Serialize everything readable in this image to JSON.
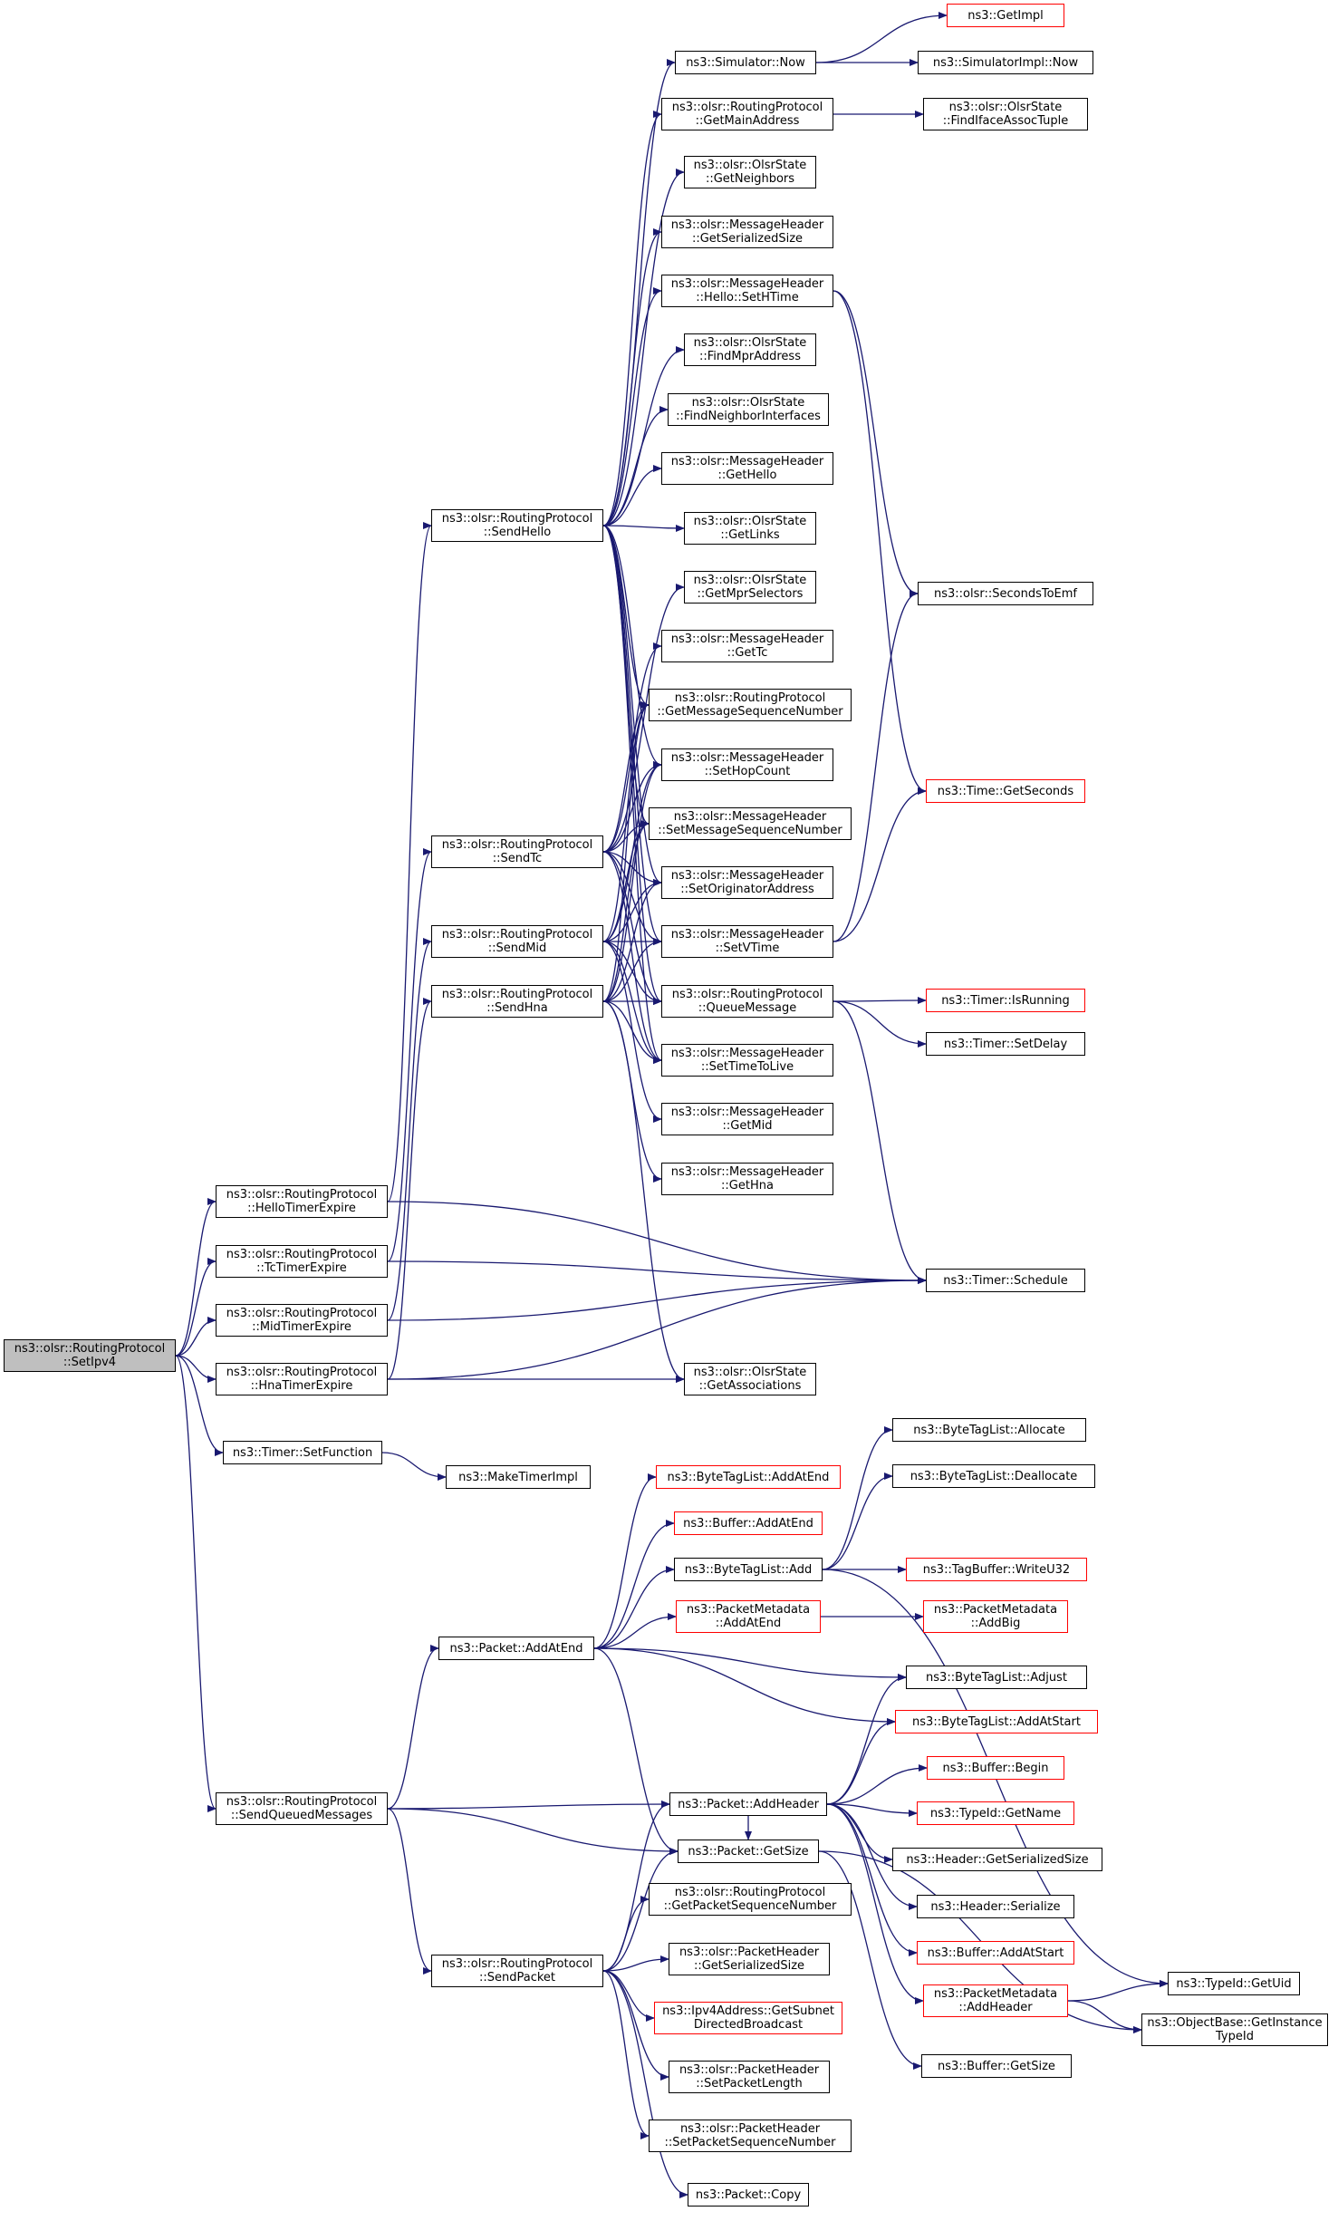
{
  "colors": {
    "edge": "#191970",
    "node_border": "#000000",
    "node_border_truncated": "#ff0000",
    "root_fill": "#bfbfbf"
  },
  "nodes": [
    {
      "id": "root",
      "lines": [
        "ns3::olsr::RoutingProtocol",
        "::SetIpv4"
      ],
      "style": "root"
    },
    {
      "id": "hello_exp",
      "lines": [
        "ns3::olsr::RoutingProtocol",
        "::HelloTimerExpire"
      ]
    },
    {
      "id": "tc_exp",
      "lines": [
        "ns3::olsr::RoutingProtocol",
        "::TcTimerExpire"
      ]
    },
    {
      "id": "mid_exp",
      "lines": [
        "ns3::olsr::RoutingProtocol",
        "::MidTimerExpire"
      ]
    },
    {
      "id": "hna_exp",
      "lines": [
        "ns3::olsr::RoutingProtocol",
        "::HnaTimerExpire"
      ]
    },
    {
      "id": "setfunc",
      "lines": [
        "ns3::Timer::SetFunction"
      ]
    },
    {
      "id": "sendqueued",
      "lines": [
        "ns3::olsr::RoutingProtocol",
        "::SendQueuedMessages"
      ]
    },
    {
      "id": "sendhello",
      "lines": [
        "ns3::olsr::RoutingProtocol",
        "::SendHello"
      ]
    },
    {
      "id": "sendtc",
      "lines": [
        "ns3::olsr::RoutingProtocol",
        "::SendTc"
      ]
    },
    {
      "id": "sendmid",
      "lines": [
        "ns3::olsr::RoutingProtocol",
        "::SendMid"
      ]
    },
    {
      "id": "sendhna",
      "lines": [
        "ns3::olsr::RoutingProtocol",
        "::SendHna"
      ]
    },
    {
      "id": "maketimer",
      "lines": [
        "ns3::MakeTimerImpl"
      ]
    },
    {
      "id": "addatend",
      "lines": [
        "ns3::Packet::AddAtEnd"
      ]
    },
    {
      "id": "sendpacket",
      "lines": [
        "ns3::olsr::RoutingProtocol",
        "::SendPacket"
      ]
    },
    {
      "id": "simnow",
      "lines": [
        "ns3::Simulator::Now"
      ]
    },
    {
      "id": "getmainaddr",
      "lines": [
        "ns3::olsr::RoutingProtocol",
        "::GetMainAddress"
      ]
    },
    {
      "id": "getneighbors",
      "lines": [
        "ns3::olsr::OlsrState",
        "::GetNeighbors"
      ]
    },
    {
      "id": "getsersize",
      "lines": [
        "ns3::olsr::MessageHeader",
        "::GetSerializedSize"
      ]
    },
    {
      "id": "sethtime",
      "lines": [
        "ns3::olsr::MessageHeader",
        "::Hello::SetHTime"
      ]
    },
    {
      "id": "findmpr",
      "lines": [
        "ns3::olsr::OlsrState",
        "::FindMprAddress"
      ]
    },
    {
      "id": "findneigh",
      "lines": [
        "ns3::olsr::OlsrState",
        "::FindNeighborInterfaces"
      ]
    },
    {
      "id": "gethello",
      "lines": [
        "ns3::olsr::MessageHeader",
        "::GetHello"
      ]
    },
    {
      "id": "getlinks",
      "lines": [
        "ns3::olsr::OlsrState",
        "::GetLinks"
      ]
    },
    {
      "id": "getmprsel",
      "lines": [
        "ns3::olsr::OlsrState",
        "::GetMprSelectors"
      ]
    },
    {
      "id": "gettc",
      "lines": [
        "ns3::olsr::MessageHeader",
        "::GetTc"
      ]
    },
    {
      "id": "getmsgseq",
      "lines": [
        "ns3::olsr::RoutingProtocol",
        "::GetMessageSequenceNumber"
      ]
    },
    {
      "id": "sethop",
      "lines": [
        "ns3::olsr::MessageHeader",
        "::SetHopCount"
      ]
    },
    {
      "id": "setmsgseq",
      "lines": [
        "ns3::olsr::MessageHeader",
        "::SetMessageSequenceNumber"
      ]
    },
    {
      "id": "setorig",
      "lines": [
        "ns3::olsr::MessageHeader",
        "::SetOriginatorAddress"
      ]
    },
    {
      "id": "setvtime",
      "lines": [
        "ns3::olsr::MessageHeader",
        "::SetVTime"
      ]
    },
    {
      "id": "queuemsg",
      "lines": [
        "ns3::olsr::RoutingProtocol",
        "::QueueMessage"
      ]
    },
    {
      "id": "setttl",
      "lines": [
        "ns3::olsr::MessageHeader",
        "::SetTimeToLive"
      ]
    },
    {
      "id": "getmid",
      "lines": [
        "ns3::olsr::MessageHeader",
        "::GetMid"
      ]
    },
    {
      "id": "gethna",
      "lines": [
        "ns3::olsr::MessageHeader",
        "::GetHna"
      ]
    },
    {
      "id": "getassoc",
      "lines": [
        "ns3::olsr::OlsrState",
        "::GetAssociations"
      ]
    },
    {
      "id": "bt_addatend",
      "lines": [
        "ns3::ByteTagList::AddAtEnd"
      ],
      "style": "red"
    },
    {
      "id": "buf_addatend",
      "lines": [
        "ns3::Buffer::AddAtEnd"
      ],
      "style": "red"
    },
    {
      "id": "bt_add",
      "lines": [
        "ns3::ByteTagList::Add"
      ]
    },
    {
      "id": "pm_addatend",
      "lines": [
        "ns3::PacketMetadata",
        "::AddAtEnd"
      ],
      "style": "red"
    },
    {
      "id": "addheader",
      "lines": [
        "ns3::Packet::AddHeader"
      ]
    },
    {
      "id": "getsize",
      "lines": [
        "ns3::Packet::GetSize"
      ]
    },
    {
      "id": "getpktseq",
      "lines": [
        "ns3::olsr::RoutingProtocol",
        "::GetPacketSequenceNumber"
      ]
    },
    {
      "id": "ph_getsersize",
      "lines": [
        "ns3::olsr::PacketHeader",
        "::GetSerializedSize"
      ]
    },
    {
      "id": "ipv4subnet",
      "lines": [
        "ns3::Ipv4Address::GetSubnet",
        "DirectedBroadcast"
      ],
      "style": "red"
    },
    {
      "id": "setpktlen",
      "lines": [
        "ns3::olsr::PacketHeader",
        "::SetPacketLength"
      ]
    },
    {
      "id": "setpktseq",
      "lines": [
        "ns3::olsr::PacketHeader",
        "::SetPacketSequenceNumber"
      ]
    },
    {
      "id": "pktcopy",
      "lines": [
        "ns3::Packet::Copy"
      ]
    },
    {
      "id": "getimpl",
      "lines": [
        "ns3::GetImpl"
      ],
      "style": "red"
    },
    {
      "id": "simimplnow",
      "lines": [
        "ns3::SimulatorImpl::Now"
      ]
    },
    {
      "id": "findiface",
      "lines": [
        "ns3::olsr::OlsrState",
        "::FindIfaceAssocTuple"
      ]
    },
    {
      "id": "secstoemf",
      "lines": [
        "ns3::olsr::SecondsToEmf"
      ]
    },
    {
      "id": "getseconds",
      "lines": [
        "ns3::Time::GetSeconds"
      ],
      "style": "red"
    },
    {
      "id": "isrunning",
      "lines": [
        "ns3::Timer::IsRunning"
      ],
      "style": "red"
    },
    {
      "id": "setdelay",
      "lines": [
        "ns3::Timer::SetDelay"
      ]
    },
    {
      "id": "schedule",
      "lines": [
        "ns3::Timer::Schedule"
      ]
    },
    {
      "id": "bt_allocate",
      "lines": [
        "ns3::ByteTagList::Allocate"
      ]
    },
    {
      "id": "bt_dealloc",
      "lines": [
        "ns3::ByteTagList::Deallocate"
      ]
    },
    {
      "id": "tb_write",
      "lines": [
        "ns3::TagBuffer::WriteU32"
      ],
      "style": "red"
    },
    {
      "id": "pm_addbig",
      "lines": [
        "ns3::PacketMetadata",
        "::AddBig"
      ],
      "style": "red"
    },
    {
      "id": "bt_adjust",
      "lines": [
        "ns3::ByteTagList::Adjust"
      ]
    },
    {
      "id": "bt_addatstart",
      "lines": [
        "ns3::ByteTagList::AddAtStart"
      ],
      "style": "red"
    },
    {
      "id": "buf_begin",
      "lines": [
        "ns3::Buffer::Begin"
      ],
      "style": "red"
    },
    {
      "id": "typeid_getname",
      "lines": [
        "ns3::TypeId::GetName"
      ],
      "style": "red"
    },
    {
      "id": "hdr_getsersize",
      "lines": [
        "ns3::Header::GetSerializedSize"
      ]
    },
    {
      "id": "hdr_serialize",
      "lines": [
        "ns3::Header::Serialize"
      ]
    },
    {
      "id": "buf_addatstart",
      "lines": [
        "ns3::Buffer::AddAtStart"
      ],
      "style": "red"
    },
    {
      "id": "pm_addheader",
      "lines": [
        "ns3::PacketMetadata",
        "::AddHeader"
      ],
      "style": "red"
    },
    {
      "id": "buf_getsize",
      "lines": [
        "ns3::Buffer::GetSize"
      ]
    },
    {
      "id": "typeid_getuid",
      "lines": [
        "ns3::TypeId::GetUid"
      ]
    },
    {
      "id": "objbase_gettid",
      "lines": [
        "ns3::ObjectBase::GetInstance",
        "TypeId"
      ]
    }
  ],
  "edges": [
    [
      "root",
      "hello_exp"
    ],
    [
      "root",
      "tc_exp"
    ],
    [
      "root",
      "mid_exp"
    ],
    [
      "root",
      "hna_exp"
    ],
    [
      "root",
      "setfunc"
    ],
    [
      "root",
      "sendqueued"
    ],
    [
      "hello_exp",
      "sendhello"
    ],
    [
      "hello_exp",
      "schedule"
    ],
    [
      "tc_exp",
      "sendtc"
    ],
    [
      "tc_exp",
      "schedule"
    ],
    [
      "mid_exp",
      "sendmid"
    ],
    [
      "mid_exp",
      "schedule"
    ],
    [
      "hna_exp",
      "sendhna"
    ],
    [
      "hna_exp",
      "schedule"
    ],
    [
      "hna_exp",
      "getassoc"
    ],
    [
      "setfunc",
      "maketimer"
    ],
    [
      "sendqueued",
      "addatend"
    ],
    [
      "sendqueued",
      "addheader"
    ],
    [
      "sendqueued",
      "getsize"
    ],
    [
      "sendqueued",
      "sendpacket"
    ],
    [
      "sendhello",
      "simnow"
    ],
    [
      "sendhello",
      "getmainaddr"
    ],
    [
      "sendhello",
      "getneighbors"
    ],
    [
      "sendhello",
      "getsersize"
    ],
    [
      "sendhello",
      "sethtime"
    ],
    [
      "sendhello",
      "findmpr"
    ],
    [
      "sendhello",
      "findneigh"
    ],
    [
      "sendhello",
      "gethello"
    ],
    [
      "sendhello",
      "getlinks"
    ],
    [
      "sendhello",
      "getmsgseq"
    ],
    [
      "sendhello",
      "sethop"
    ],
    [
      "sendhello",
      "setmsgseq"
    ],
    [
      "sendhello",
      "setorig"
    ],
    [
      "sendhello",
      "setvtime"
    ],
    [
      "sendhello",
      "queuemsg"
    ],
    [
      "sendhello",
      "setttl"
    ],
    [
      "sendtc",
      "getmprsel"
    ],
    [
      "sendtc",
      "gettc"
    ],
    [
      "sendtc",
      "getmsgseq"
    ],
    [
      "sendtc",
      "sethop"
    ],
    [
      "sendtc",
      "setmsgseq"
    ],
    [
      "sendtc",
      "setorig"
    ],
    [
      "sendtc",
      "setvtime"
    ],
    [
      "sendtc",
      "queuemsg"
    ],
    [
      "sendtc",
      "setttl"
    ],
    [
      "sendmid",
      "getmsgseq"
    ],
    [
      "sendmid",
      "sethop"
    ],
    [
      "sendmid",
      "setmsgseq"
    ],
    [
      "sendmid",
      "setorig"
    ],
    [
      "sendmid",
      "setvtime"
    ],
    [
      "sendmid",
      "queuemsg"
    ],
    [
      "sendmid",
      "setttl"
    ],
    [
      "sendmid",
      "getmid"
    ],
    [
      "sendhna",
      "getmsgseq"
    ],
    [
      "sendhna",
      "sethop"
    ],
    [
      "sendhna",
      "setmsgseq"
    ],
    [
      "sendhna",
      "setorig"
    ],
    [
      "sendhna",
      "setvtime"
    ],
    [
      "sendhna",
      "queuemsg"
    ],
    [
      "sendhna",
      "setttl"
    ],
    [
      "sendhna",
      "gethna"
    ],
    [
      "sendhna",
      "getassoc"
    ],
    [
      "simnow",
      "getimpl"
    ],
    [
      "simnow",
      "simimplnow"
    ],
    [
      "getmainaddr",
      "findiface"
    ],
    [
      "sethtime",
      "secstoemf"
    ],
    [
      "sethtime",
      "getseconds"
    ],
    [
      "setvtime",
      "secstoemf"
    ],
    [
      "setvtime",
      "getseconds"
    ],
    [
      "queuemsg",
      "isrunning"
    ],
    [
      "queuemsg",
      "setdelay"
    ],
    [
      "queuemsg",
      "schedule"
    ],
    [
      "addatend",
      "bt_addatend"
    ],
    [
      "addatend",
      "buf_addatend"
    ],
    [
      "addatend",
      "bt_add"
    ],
    [
      "addatend",
      "pm_addatend"
    ],
    [
      "addatend",
      "bt_adjust"
    ],
    [
      "addatend",
      "bt_addatstart"
    ],
    [
      "addatend",
      "getsize"
    ],
    [
      "bt_add",
      "bt_allocate"
    ],
    [
      "bt_add",
      "bt_dealloc"
    ],
    [
      "bt_add",
      "tb_write"
    ],
    [
      "bt_add",
      "typeid_getuid"
    ],
    [
      "pm_addatend",
      "pm_addbig"
    ],
    [
      "addheader",
      "bt_adjust"
    ],
    [
      "addheader",
      "bt_addatstart"
    ],
    [
      "addheader",
      "buf_begin"
    ],
    [
      "addheader",
      "typeid_getname"
    ],
    [
      "addheader",
      "hdr_getsersize"
    ],
    [
      "addheader",
      "hdr_serialize"
    ],
    [
      "addheader",
      "buf_addatstart"
    ],
    [
      "addheader",
      "pm_addheader"
    ],
    [
      "addheader",
      "getsize"
    ],
    [
      "getsize",
      "buf_getsize"
    ],
    [
      "getsize",
      "objbase_gettid"
    ],
    [
      "pm_addheader",
      "typeid_getuid"
    ],
    [
      "pm_addheader",
      "objbase_gettid"
    ],
    [
      "sendpacket",
      "getsize"
    ],
    [
      "sendpacket",
      "addheader"
    ],
    [
      "sendpacket",
      "getpktseq"
    ],
    [
      "sendpacket",
      "ph_getsersize"
    ],
    [
      "sendpacket",
      "ipv4subnet"
    ],
    [
      "sendpacket",
      "setpktlen"
    ],
    [
      "sendpacket",
      "setpktseq"
    ],
    [
      "sendpacket",
      "pktcopy"
    ]
  ]
}
